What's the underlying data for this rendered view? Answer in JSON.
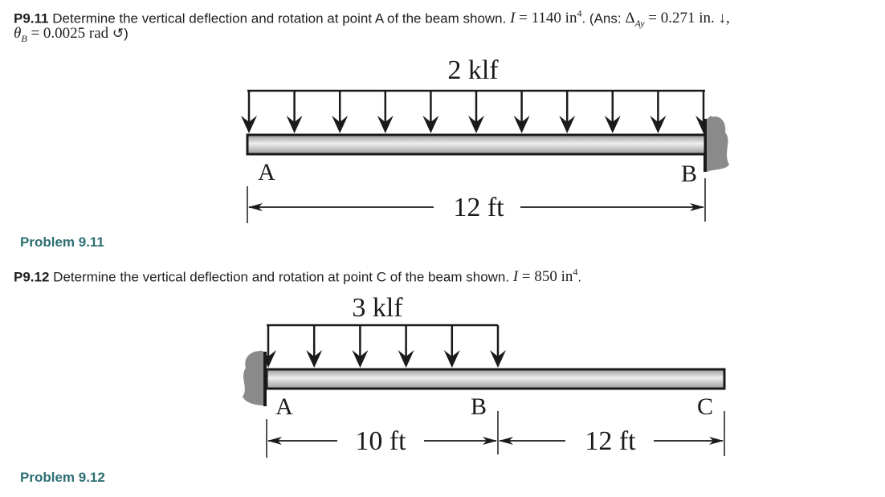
{
  "p911": {
    "number": "P9.11",
    "text": "Determine the vertical deflection and rotation at point A of the beam shown.",
    "I_label": "I",
    "I_value": "= 1140 in",
    "I_exp": "4",
    "ans_open": ". (Ans: ",
    "delta": "Δ",
    "delta_sub": "Ay",
    "delta_value": "= 0.271 in. ↓,",
    "theta": "θ",
    "theta_sub": "B",
    "theta_value": "= 0.0025 rad",
    "rotation_symbol": "↺",
    "ans_close": ")"
  },
  "figure911": {
    "load_label": "2 klf",
    "point_a": "A",
    "point_b": "B",
    "span_label": "12 ft",
    "caption": "Problem 9.11"
  },
  "p912": {
    "number": "P9.12",
    "text": "Determine the vertical deflection and rotation at point C of the beam shown.",
    "I_label": "I",
    "I_value": "= 850 in",
    "I_exp": "4",
    "end": "."
  },
  "figure912": {
    "load_label": "3 klf",
    "point_a": "A",
    "point_b": "B",
    "point_c": "C",
    "span_ab_label": "10 ft",
    "span_bc_label": "12 ft",
    "caption": "Problem 9.12"
  },
  "colors": {
    "caption": "#2e6f73",
    "beam_fill": "#c8c8c8",
    "support_fill": "#8a8a8a",
    "ink": "#1a1a1a"
  }
}
